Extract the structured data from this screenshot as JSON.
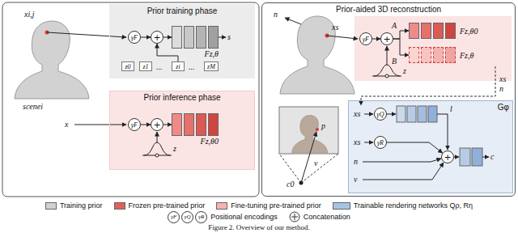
{
  "diagram": {
    "caption": "Figure 2. Overview of our method.",
    "nodes": [
      {
        "text": [
          "Prior training phase"
        ]
      },
      {
        "text": [
          "γF"
        ],
        "in": 0
      },
      {
        "text": [
          "+"
        ],
        "in": 0
      },
      {
        "text": [
          "Fz,θ"
        ],
        "in": 0
      },
      {
        "text": [
          "z0"
        ],
        "in": 0
      },
      {
        "text": [
          "z1"
        ],
        "in": 0
      },
      {
        "text": [
          "zi"
        ],
        "in": 0
      },
      {
        "text": [
          "zM"
        ],
        "in": 0
      },
      {
        "text": [
          "Prior inference phase"
        ]
      },
      {
        "text": [
          "γF"
        ],
        "in": 8
      },
      {
        "text": [
          "+"
        ],
        "in": 8
      },
      {
        "text": [
          "Fz,θ0"
        ],
        "in": 8
      },
      {
        "text": [
          "Prior-aided 3D reconstruction"
        ]
      },
      {
        "text": [
          "γF"
        ],
        "in": 12
      },
      {
        "text": [
          "+"
        ],
        "in": 12
      },
      {
        "text": [
          "Fz,θ0"
        ],
        "in": 12
      },
      {
        "text": [
          "Fz,θ"
        ],
        "in": 12
      },
      {
        "text": [
          "Gφ"
        ],
        "in": 12
      },
      {
        "text": [
          "γQ"
        ],
        "in": 17
      },
      {
        "text": [
          "γR"
        ],
        "in": 17
      },
      {
        "text": [
          "+"
        ],
        "in": 17
      }
    ],
    "edges": [
      {
        "from": 1,
        "to": 2,
        "arrow": "to"
      },
      {
        "from": 2,
        "to": 3,
        "arrow": "to"
      },
      {
        "from": 6,
        "to": 2,
        "arrow": "to"
      },
      {
        "from": 9,
        "to": 10,
        "arrow": "to"
      },
      {
        "from": 10,
        "to": 11,
        "arrow": "to"
      },
      {
        "from": 13,
        "to": 14,
        "arrow": "to"
      },
      {
        "from": 14,
        "to": 15,
        "arrow": "to"
      },
      {
        "from": 14,
        "to": 16,
        "arrow": "to"
      },
      {
        "from": 19,
        "to": 20,
        "arrow": "to"
      }
    ],
    "labels": [
      "xi,j",
      "scenei",
      "s",
      "...",
      "...",
      "x",
      "z",
      "n",
      "xs",
      "A",
      "B",
      "z",
      "xs",
      "n",
      "p",
      "v",
      "c0",
      "xs",
      "l",
      "xs",
      "n",
      "v",
      "c",
      "γF",
      "γQ",
      "γR"
    ],
    "legend": [
      {
        "text": "Training prior",
        "color": "#d0d0d0"
      },
      {
        "text": "Frozen pre-trained prior",
        "color": "#e0605b"
      },
      {
        "text": "Fine-tuning pre-trained prior",
        "color": "#f4b3b0"
      },
      {
        "text": "Trainable rendering networks Qρ, Rη",
        "color": "#a9c3e2"
      },
      {
        "text": "Positional encodings"
      },
      {
        "text": "Concatenation"
      }
    ]
  }
}
